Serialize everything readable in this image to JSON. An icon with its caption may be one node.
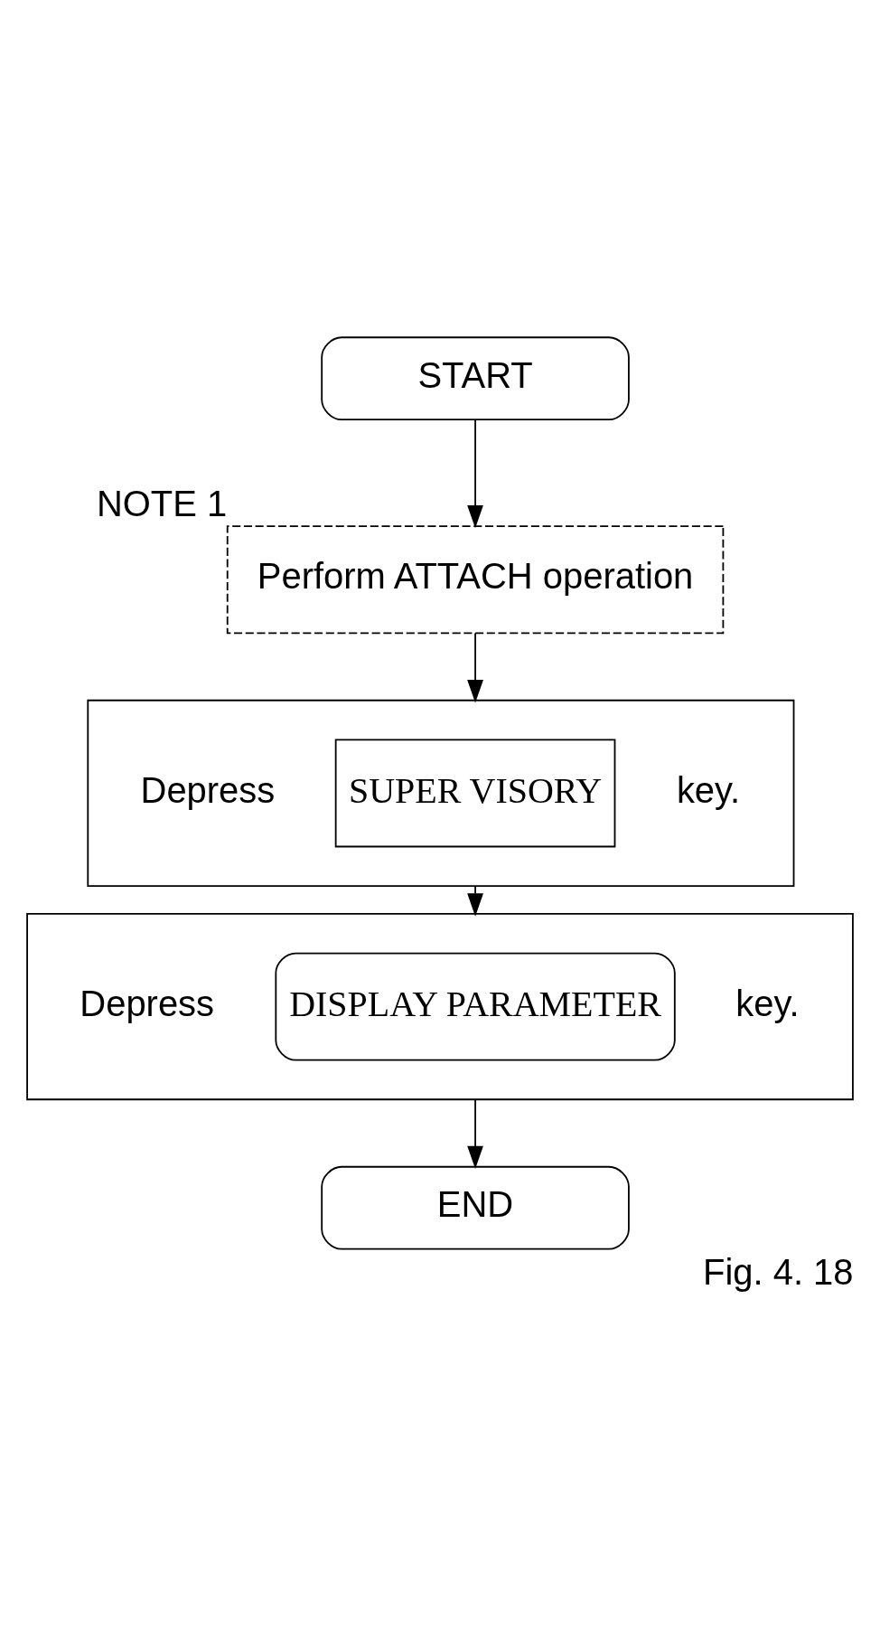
{
  "diagram": {
    "caption": "Fig. 4. 18",
    "nodes": [
      {
        "text": [
          "START"
        ]
      },
      {
        "text": [
          "Perform ATTACH operation"
        ],
        "beside": [
          "NOTE 1"
        ]
      },
      {
        "text": [
          "Depress",
          "key."
        ]
      },
      {
        "text": [
          "SUPER VISORY"
        ],
        "in": 2
      },
      {
        "text": [
          "Depress",
          "key."
        ]
      },
      {
        "text": [
          "DISPLAY PARAMETER"
        ],
        "in": 4
      },
      {
        "text": [
          "END"
        ]
      }
    ],
    "edges": [
      {
        "from": 0,
        "to": 1,
        "arrow": "to"
      },
      {
        "from": 1,
        "to": 2,
        "arrow": "to"
      },
      {
        "from": 2,
        "to": 4,
        "arrow": "to"
      },
      {
        "from": 4,
        "to": 6,
        "arrow": "to"
      }
    ]
  }
}
